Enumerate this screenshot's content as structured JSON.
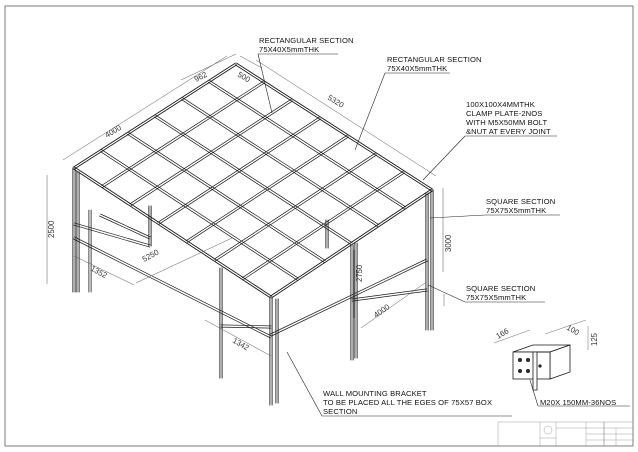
{
  "callouts": {
    "rect_section_1": [
      "RECTANGULAR SECTION",
      "75X40X5mmTHK"
    ],
    "rect_section_2": [
      "RECTANGULAR SECTION",
      "75X40X5mmTHK"
    ],
    "clamp_plate": [
      "100X100X4MMTHK",
      "CLAMP PLATE-2NOS",
      "WITH M5X50MM BOLT",
      "&NUT AT EVERY JOINT"
    ],
    "square_section_1": [
      "SQUARE SECTION",
      "75X75X5mmTHK"
    ],
    "square_section_2": [
      "SQUARE SECTION",
      "75X75X5mmTHK"
    ],
    "wall_bracket": [
      "WALL MOUNTING BRACKET",
      "TO BE PLACED ALL THE EGES OF 75X57 BOX",
      "SECTION"
    ],
    "anchor_bolts": [
      "M20X 150MM-36NOS"
    ]
  },
  "dimensions": {
    "d962": "962",
    "d500": "500",
    "d5320": "5320",
    "d4000_top": "4000",
    "d2500": "2500",
    "d3000": "3000",
    "d1352": "1352",
    "d5250": "5250",
    "d2750": "2750",
    "d4000_mid": "4000",
    "d1342": "1342",
    "d166": "166",
    "d100": "100",
    "d125": "125"
  },
  "colors": {
    "frame": "#1a1a1a",
    "dimension": "#555555",
    "background": "#ffffff"
  }
}
